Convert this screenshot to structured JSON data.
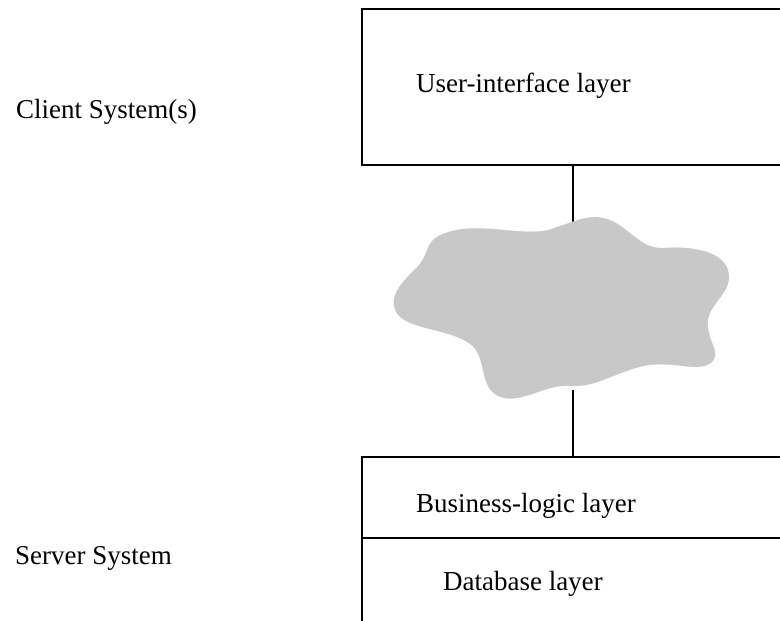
{
  "client": {
    "label": "Client System(s)"
  },
  "server": {
    "label": "Server System"
  },
  "layers": {
    "user_interface": "User-interface layer",
    "business_logic": "Business-logic layer",
    "database": "Database layer"
  },
  "colors": {
    "network_cloud": "#c8c8c8",
    "lines": "#000000"
  }
}
